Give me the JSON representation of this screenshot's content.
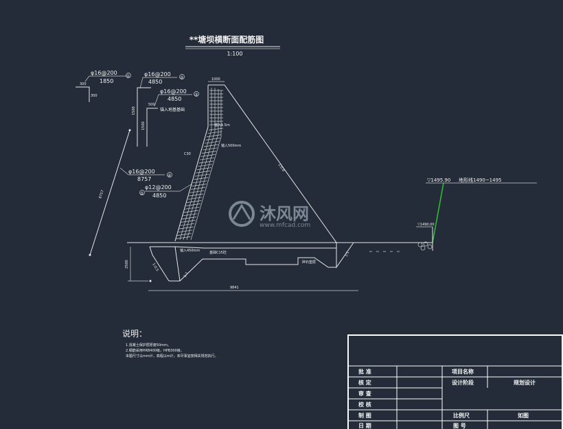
{
  "drawing": {
    "title": "**塘坝横断面配筋图",
    "scale": "1:100",
    "rebar_labels": [
      {
        "spec": "φ16@200",
        "length": "1850",
        "id": "①"
      },
      {
        "spec": "φ16@200",
        "length": "4850",
        "id": "②"
      },
      {
        "spec": "φ16@200",
        "length": "4850",
        "id": "③"
      },
      {
        "spec": "φ16@200",
        "length": "8757",
        "id": "④"
      },
      {
        "spec": "φ12@200",
        "length": "4850",
        "id": "⑤"
      }
    ],
    "dims": {
      "crest_width": "1000",
      "height_dim": "2500",
      "base_dim": "9841",
      "bar_len": "8757"
    },
    "annotations": {
      "anchor_top": "锚入1.5m",
      "anchor_mid": "锚入500mm",
      "anchor_bottom": "锚入450mm",
      "concrete": "C30",
      "foundation": "基础C15砼",
      "gravel": "碎石垫层",
      "slope_down": "1:0.5",
      "slope_face": "1:0.8",
      "slope_toe": "1:1",
      "slope_up": "1:1",
      "anchor_label": "锚入地基基础",
      "water_level": "▽1495.90",
      "terrain": "地形线1490~1495",
      "level_low": "▽1490.00",
      "bar_short_a": "500",
      "bar_short_b": "1500",
      "bar_side": "300"
    },
    "notes_title": "说明：",
    "notes": [
      "1.混凝土保护层厚度50mm。",
      "2.钢筋采用HRB400级，HPB300级。",
      "  本图尺寸以mm计，高程以m计，未尽事宜按相关规范执行。"
    ]
  },
  "watermark": {
    "brand": "沐风网",
    "url": "www.mfcad.com"
  },
  "title_block": {
    "rows": [
      {
        "label": "批 准",
        "field": "项目名称",
        "value": ""
      },
      {
        "label": "核 定",
        "field": "设计阶段",
        "value": "规划设计"
      },
      {
        "label": "审 查",
        "field": "",
        "value": ""
      },
      {
        "label": "校 核",
        "field": "",
        "value": ""
      },
      {
        "label": "制 图",
        "field": "比例尺",
        "value": "如图"
      },
      {
        "label": "日 期",
        "field": "图 号",
        "value": ""
      }
    ]
  },
  "colors": {
    "background": "#232c38",
    "line": "#e8e8e8",
    "terrain_line": "#2fc42f",
    "watermark": "#8b97a6"
  }
}
